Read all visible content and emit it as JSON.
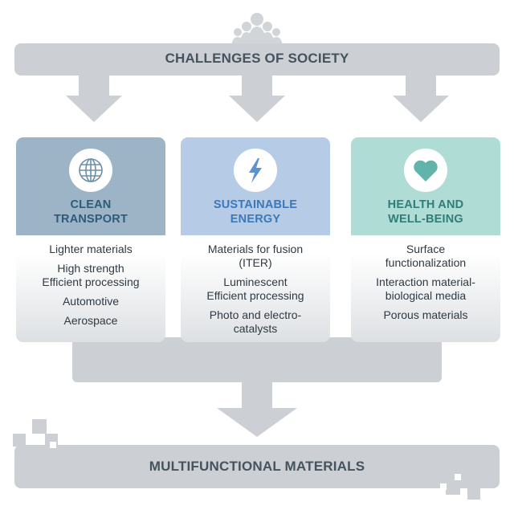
{
  "top_banner": {
    "label": "CHALLENGES OF SOCIETY"
  },
  "bottom_banner": {
    "label": "MULTIFUNCTIONAL MATERIALS"
  },
  "cards": [
    {
      "title": "CLEAN\nTRANSPORT",
      "icon": "globe-icon",
      "items": [
        "Lighter materials",
        "High strength\nEfficient processing",
        "Automotive",
        "Aerospace"
      ]
    },
    {
      "title": "SUSTAINABLE\nENERGY",
      "icon": "lightning-bolt-icon",
      "items": [
        "Materials for fusion\n(ITER)",
        "Luminescent\nEfficient processing",
        "Photo and electro-\ncatalysts"
      ]
    },
    {
      "title": "HEALTH AND\nWELL-BEING",
      "icon": "heart-icon",
      "items": [
        "Surface\nfunctionalization",
        "Interaction material-\nbiological media",
        "Porous materials"
      ]
    }
  ],
  "colors": {
    "flow_gray": "#ccd0d4",
    "transport": "#9cb4c6",
    "energy": "#b6cbe6",
    "health": "#b0dcd6"
  }
}
